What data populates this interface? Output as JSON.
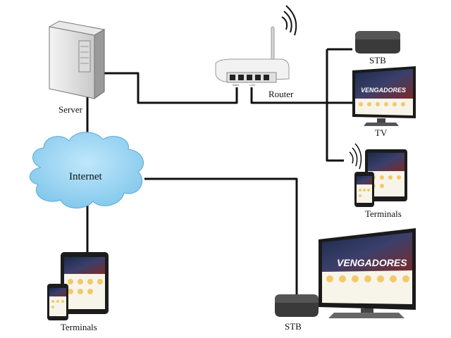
{
  "labels": {
    "server": "Server",
    "router": "Router",
    "stb_top": "STB",
    "tv": "TV",
    "terminals_right": "Terminals",
    "internet": "Internet",
    "terminals_left": "Terminals",
    "stb_bottom": "STB"
  },
  "router_ports": {
    "wan": "WAN",
    "lan": "LAN"
  },
  "screen_banner": "VENGADORES",
  "colors": {
    "cable": "#111111",
    "cloud": "#8fd0f0",
    "cloud_edge": "#5aa9d6",
    "app_icon": "#f2c96a"
  }
}
